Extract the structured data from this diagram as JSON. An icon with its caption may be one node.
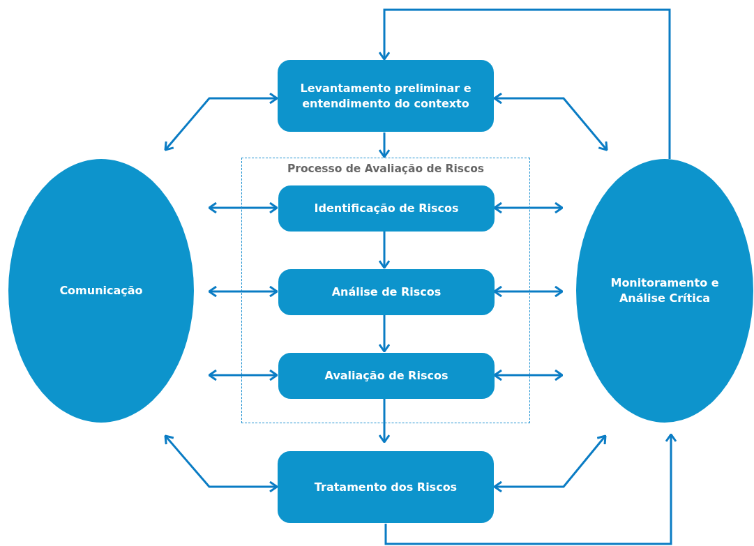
{
  "diagram": {
    "nodes": [
      {
        "text": [
          "Comunicação"
        ]
      },
      {
        "text": [
          "Monitoramento e Análise Crítica"
        ]
      },
      {
        "text": [
          "Processo de Avaliação de Riscos"
        ]
      },
      {
        "text": [
          "Levantamento preliminar e entendimento do contexto"
        ]
      },
      {
        "text": [
          "Identificação de Riscos"
        ],
        "in": 2
      },
      {
        "text": [
          "Análise de Riscos"
        ],
        "in": 2
      },
      {
        "text": [
          "Avaliação de Riscos"
        ],
        "in": 2
      },
      {
        "text": [
          "Tratamento dos Riscos"
        ]
      }
    ],
    "edges": [
      {
        "from": 1,
        "to": 3,
        "arrow": "to"
      },
      {
        "from": 3,
        "to": 0,
        "arrow": "both"
      },
      {
        "from": 3,
        "to": 1,
        "arrow": "both"
      },
      {
        "from": 3,
        "to": 2,
        "arrow": "to"
      },
      {
        "from": 4,
        "to": 0,
        "arrow": "both"
      },
      {
        "from": 4,
        "to": 1,
        "arrow": "both"
      },
      {
        "from": 4,
        "to": 5,
        "arrow": "to"
      },
      {
        "from": 5,
        "to": 0,
        "arrow": "both"
      },
      {
        "from": 5,
        "to": 1,
        "arrow": "both"
      },
      {
        "from": 5,
        "to": 6,
        "arrow": "to"
      },
      {
        "from": 6,
        "to": 0,
        "arrow": "both"
      },
      {
        "from": 6,
        "to": 1,
        "arrow": "both"
      },
      {
        "from": 6,
        "to": 7,
        "arrow": "to"
      },
      {
        "from": 7,
        "to": 0,
        "arrow": "both"
      },
      {
        "from": 7,
        "to": 1,
        "arrow": "both"
      },
      {
        "from": 7,
        "to": 1,
        "arrow": "to"
      }
    ]
  }
}
